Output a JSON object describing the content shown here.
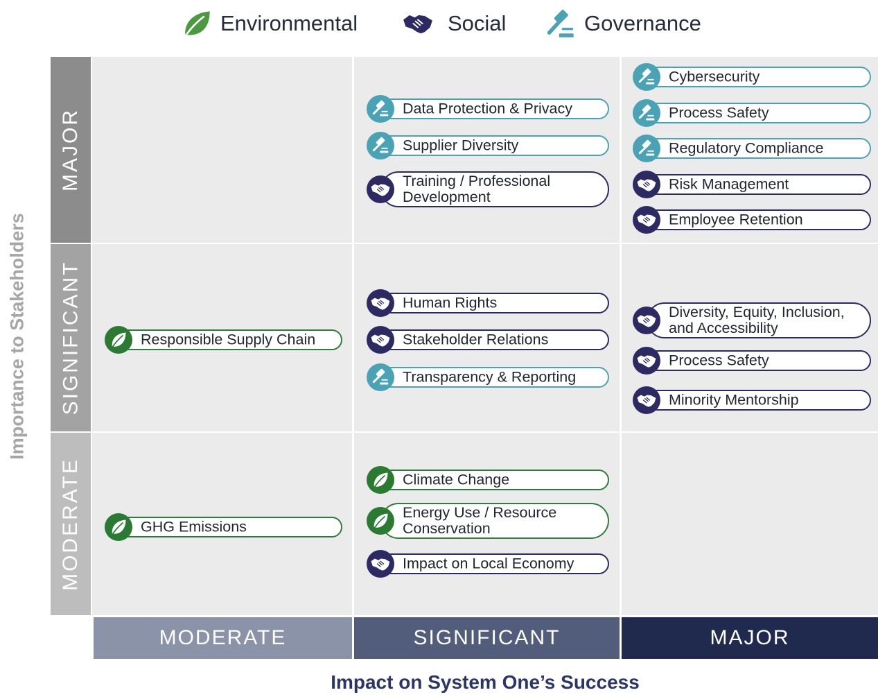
{
  "legend": {
    "environmental": "Environmental",
    "social": "Social",
    "governance": "Governance"
  },
  "colors": {
    "environmental": "#2a7a34",
    "social": "#2d2a63",
    "governance": "#4aa3b5",
    "cell_background": "#ebebeb",
    "axis_title": "#2c3568"
  },
  "y_axis": {
    "title": "Importance to Stakeholders",
    "levels": [
      "MAJOR",
      "SIGNIFICANT",
      "MODERATE"
    ]
  },
  "x_axis": {
    "title": "Impact on System One’s Success",
    "levels": [
      "MODERATE",
      "SIGNIFICANT",
      "MAJOR"
    ]
  },
  "topics": {
    "major_significant": [
      {
        "label": "Data Protection & Privacy",
        "category": "governance",
        "icon": "gavel-icon"
      },
      {
        "label": "Supplier Diversity",
        "category": "governance",
        "icon": "gavel-icon"
      },
      {
        "label": "Training / Professional\nDevelopment",
        "category": "social",
        "icon": "handshake-icon"
      }
    ],
    "major_major": [
      {
        "label": "Cybersecurity",
        "category": "governance",
        "icon": "gavel-icon"
      },
      {
        "label": "Process Safety",
        "category": "governance",
        "icon": "gavel-icon"
      },
      {
        "label": "Regulatory Compliance",
        "category": "governance",
        "icon": "gavel-icon"
      },
      {
        "label": "Risk Management",
        "category": "social",
        "icon": "handshake-icon"
      },
      {
        "label": "Employee Retention",
        "category": "social",
        "icon": "handshake-icon"
      }
    ],
    "significant_moderate": [
      {
        "label": "Responsible Supply Chain",
        "category": "environmental",
        "icon": "leaf-icon"
      }
    ],
    "significant_significant": [
      {
        "label": "Human Rights",
        "category": "social",
        "icon": "handshake-icon"
      },
      {
        "label": "Stakeholder Relations",
        "category": "social",
        "icon": "handshake-icon"
      },
      {
        "label": "Transparency & Reporting",
        "category": "governance",
        "icon": "gavel-icon"
      }
    ],
    "significant_major": [
      {
        "label": "Diversity, Equity, Inclusion,\nand Accessibility",
        "category": "social",
        "icon": "handshake-icon"
      },
      {
        "label": "Process Safety",
        "category": "social",
        "icon": "handshake-icon"
      },
      {
        "label": "Minority Mentorship",
        "category": "social",
        "icon": "handshake-icon"
      }
    ],
    "moderate_moderate": [
      {
        "label": "GHG Emissions",
        "category": "environmental",
        "icon": "leaf-icon"
      }
    ],
    "moderate_significant": [
      {
        "label": "Climate Change",
        "category": "environmental",
        "icon": "leaf-icon"
      },
      {
        "label": "Energy Use / Resource\nConservation",
        "category": "environmental",
        "icon": "leaf-icon"
      },
      {
        "label": "Impact on Local Economy",
        "category": "social",
        "icon": "handshake-icon"
      }
    ]
  }
}
